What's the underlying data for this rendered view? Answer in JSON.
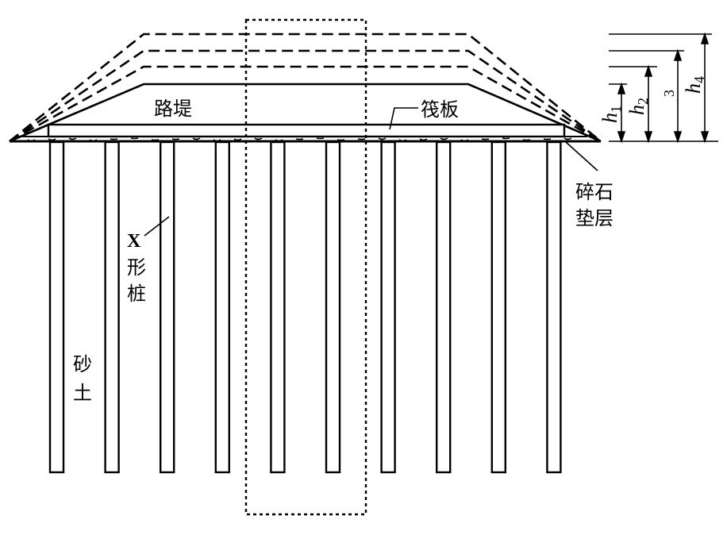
{
  "diagram": {
    "type": "cross-section",
    "subject": "Embankment on raft supported by X-shaped piles in sand",
    "labels": {
      "embankment": "路堤",
      "raft": "筏板",
      "gravel_cushion_line1": "碎石",
      "gravel_cushion_line2": "垫层",
      "pile_line1": "X",
      "pile_line2": "形",
      "pile_line3": "桩",
      "soil_line1": "砂",
      "soil_line2": "土"
    },
    "heights": [
      {
        "symbol": "h",
        "subscript": "1",
        "style": "solid"
      },
      {
        "symbol": "h",
        "subscript": "2",
        "style": "dashed"
      },
      {
        "symbol": "",
        "subscript": "3",
        "style": "dashed"
      },
      {
        "symbol": "h",
        "subscript": "4",
        "style": "dashed"
      }
    ],
    "pile_count": 10,
    "highlight_box": "dotted"
  }
}
